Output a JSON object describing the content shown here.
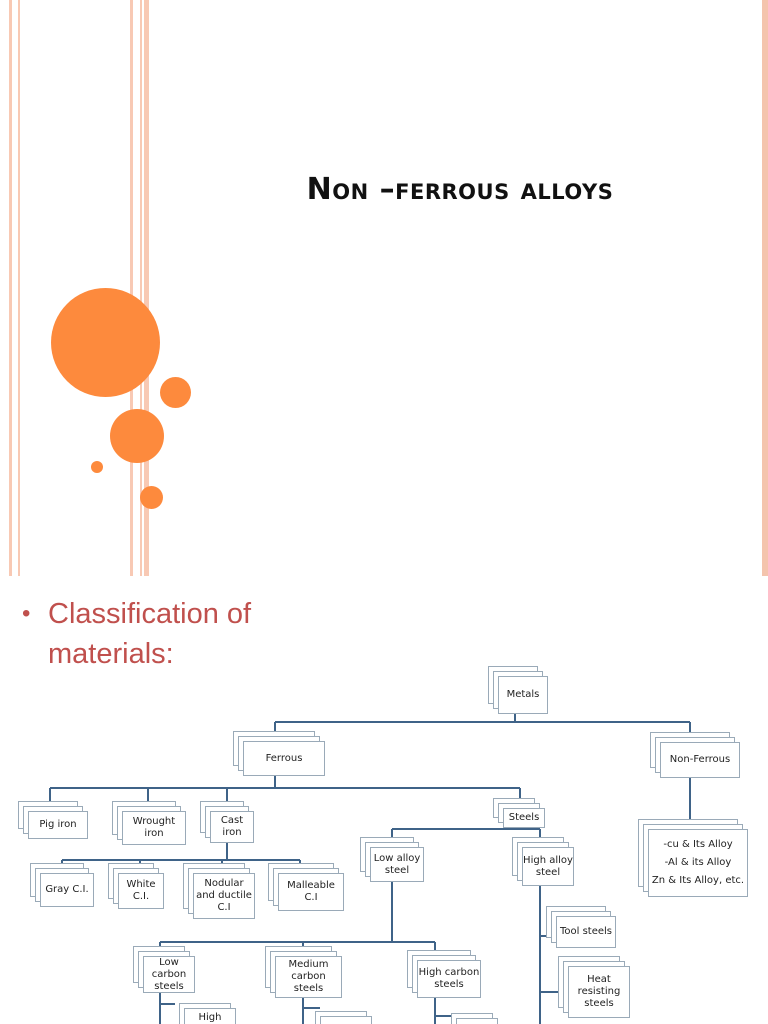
{
  "slide1": {
    "title": "Non –ferrous alloys",
    "accent_color": "#fd8a3d"
  },
  "slide2": {
    "bullet_icon": "bullet-dot",
    "bullet_line1": "Classification of",
    "bullet_line2": "materials:",
    "bullet_color": "#c0504d",
    "tree": {
      "metals": "Metals",
      "ferrous": "Ferrous",
      "non_ferrous": "Non-Ferrous",
      "pig_iron": "Pig iron",
      "wrought_iron": "Wrought iron",
      "cast_iron": "Cast iron",
      "steels": "Steels",
      "non_ferrous_list": [
        "-cu & Its Alloy",
        "-Al & its Alloy",
        "Zn & Its Alloy, etc."
      ],
      "gray_ci": "Gray C.I.",
      "white_ci": "White C.I.",
      "nodular_ci": "Nodular and ductile C.I",
      "malleable_ci": "Malleable C.I",
      "low_alloy_steel": "Low alloy steel",
      "high_alloy_steel": "High alloy steel",
      "tool_steels": "Tool steels",
      "heat_resisting_steels": "Heat resisting steels",
      "low_carbon_steels": "Low carbon steels",
      "medium_carbon_steels": "Medium carbon steels",
      "high_carbon_steels": "High carbon steels",
      "high_partial": "High"
    }
  }
}
